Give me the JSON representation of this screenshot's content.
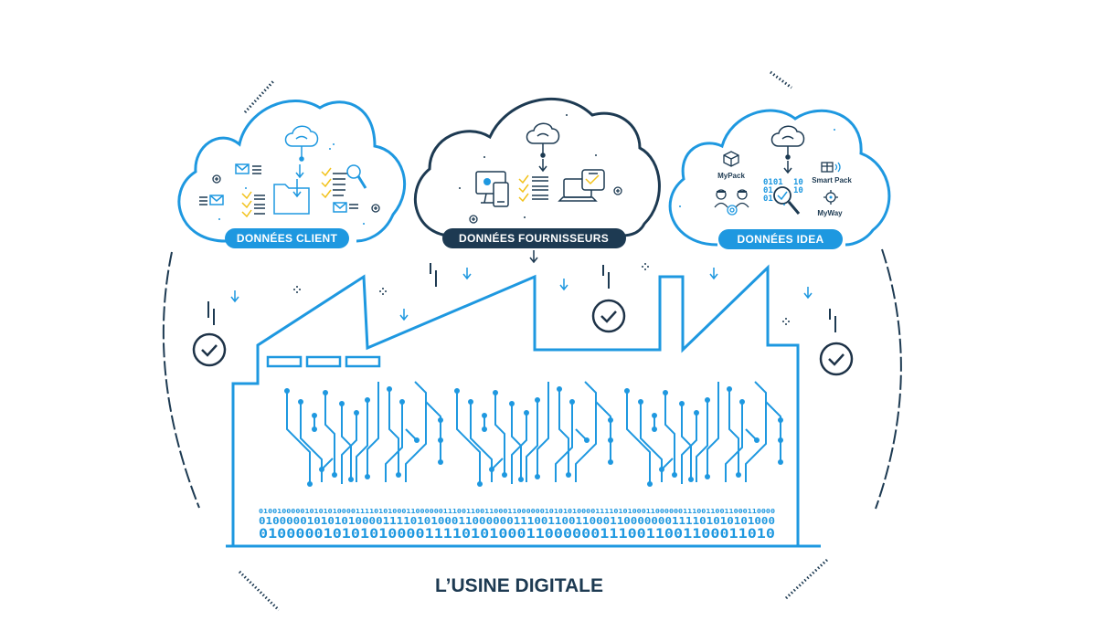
{
  "clouds": {
    "client": {
      "label": "DONNÉES CLIENT"
    },
    "suppliers": {
      "label": "DONNÉES FOURNISSEURS"
    },
    "idea": {
      "label": "DONNÉES IDEA",
      "items": [
        "MyPack",
        "Smart Pack",
        "MyWay"
      ]
    }
  },
  "binary": {
    "line1": "0100100000101010100001111010100011000000111001100110001100000010101010000111101010001100000011100110011000110000",
    "line2": "010000010101010000111101010001100000011100110011000110000000111101010101000",
    "line3": "01000001010101000011110101000110000001110011001100011010"
  },
  "title": "L’USINE DIGITALE",
  "colors": {
    "blue": "#1e98e0",
    "navy": "#1d3a52",
    "check": "#1e3348",
    "accent": "#f2c21b"
  }
}
